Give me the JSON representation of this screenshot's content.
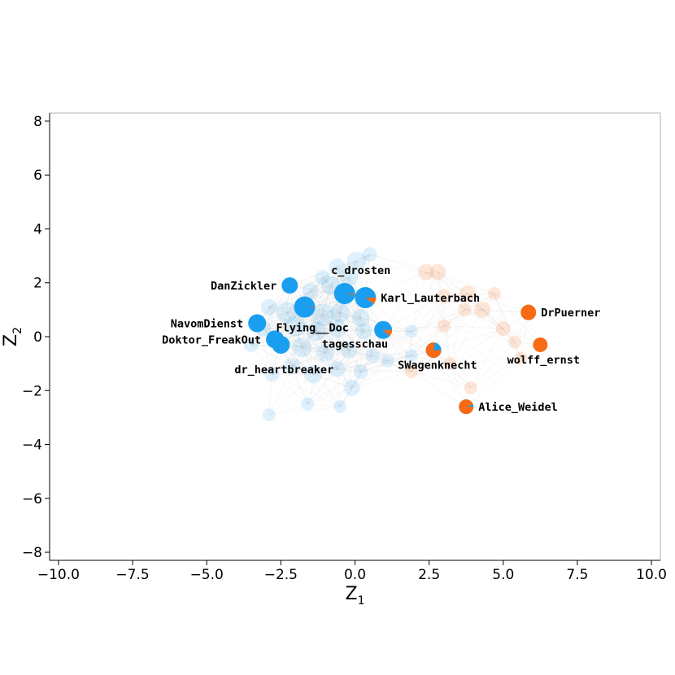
{
  "chart_data": {
    "type": "scatter",
    "xlabel": "Z",
    "xlabel_sub": "1",
    "ylabel": "Z",
    "ylabel_sub": "2",
    "xlim": [
      -10.3,
      10.3
    ],
    "ylim": [
      -8.3,
      8.3
    ],
    "xticks": [
      -10,
      -7.5,
      -5,
      -2.5,
      0,
      2.5,
      5,
      7.5,
      10
    ],
    "xtick_labels": [
      "−10.0",
      "−7.5",
      "−5.0",
      "−2.5",
      "0.0",
      "2.5",
      "5.0",
      "7.5",
      "10.0"
    ],
    "yticks": [
      -8,
      -6,
      -4,
      -2,
      0,
      2,
      4,
      6,
      8
    ],
    "ytick_labels": [
      "−8",
      "−6",
      "−4",
      "−2",
      "0",
      "2",
      "4",
      "6",
      "8"
    ],
    "grid": false,
    "colors": {
      "blue": "#1a9ff0",
      "orange": "#f96a14"
    },
    "labeled_nodes": [
      {
        "label": "DanZickler",
        "x": -2.2,
        "y": 1.9,
        "size": 10,
        "blue_share": 1.0,
        "label_side": "left"
      },
      {
        "label": "c_drosten",
        "x": -0.35,
        "y": 1.6,
        "size": 13,
        "blue_share": 0.98,
        "label_side": "above"
      },
      {
        "label": "Karl_Lauterbach",
        "x": 0.35,
        "y": 1.45,
        "size": 13,
        "blue_share": 0.9,
        "label_side": "right"
      },
      {
        "label": "NavomDienst",
        "x": -3.3,
        "y": 0.5,
        "size": 11,
        "blue_share": 1.0,
        "label_side": "left"
      },
      {
        "label": "Flying__Doc",
        "x": -1.7,
        "y": 1.1,
        "size": 13,
        "blue_share": 0.99,
        "label_side": "below-right"
      },
      {
        "label": "Doktor_FreakOut",
        "x": -2.7,
        "y": -0.1,
        "size": 11,
        "blue_share": 1.0,
        "label_side": "left"
      },
      {
        "label": "dr_heartbreaker",
        "x": -2.5,
        "y": -0.3,
        "size": 11,
        "blue_share": 1.0,
        "label_side": "below"
      },
      {
        "label": "tagesschau",
        "x": 0.95,
        "y": 0.25,
        "size": 11,
        "blue_share": 0.88,
        "label_side": "below-left"
      },
      {
        "label": "SWagenknecht",
        "x": 2.65,
        "y": -0.5,
        "size": 9.5,
        "blue_share": 0.22,
        "label_side": "below-right"
      },
      {
        "label": "DrPuerner",
        "x": 5.85,
        "y": 0.9,
        "size": 9.5,
        "blue_share": 0.0,
        "label_side": "right"
      },
      {
        "label": "wolff_ernst",
        "x": 6.25,
        "y": -0.3,
        "size": 9,
        "blue_share": 0.0,
        "label_side": "below"
      },
      {
        "label": "Alice_Weidel",
        "x": 3.75,
        "y": -2.6,
        "size": 9,
        "blue_share": 0.05,
        "label_side": "right"
      }
    ],
    "background_nodes": [
      {
        "x": 0.5,
        "y": 3.05,
        "size": 9,
        "group": "blue"
      },
      {
        "x": 0.05,
        "y": 2.8,
        "size": 12,
        "group": "blue"
      },
      {
        "x": -0.6,
        "y": 2.6,
        "size": 10,
        "group": "blue"
      },
      {
        "x": -1.1,
        "y": 2.2,
        "size": 9,
        "group": "blue"
      },
      {
        "x": -0.2,
        "y": 2.2,
        "size": 11,
        "group": "blue"
      },
      {
        "x": -1.5,
        "y": 1.7,
        "size": 10,
        "group": "blue"
      },
      {
        "x": -0.8,
        "y": 1.9,
        "size": 12,
        "group": "blue"
      },
      {
        "x": -2.9,
        "y": 1.1,
        "size": 10,
        "group": "blue"
      },
      {
        "x": -2.3,
        "y": 0.9,
        "size": 13,
        "group": "blue"
      },
      {
        "x": -1.1,
        "y": 0.8,
        "size": 14,
        "group": "blue"
      },
      {
        "x": -0.5,
        "y": 0.9,
        "size": 12,
        "group": "blue"
      },
      {
        "x": 0.2,
        "y": 0.7,
        "size": 11,
        "group": "blue"
      },
      {
        "x": -3.1,
        "y": 0.3,
        "size": 10,
        "group": "blue"
      },
      {
        "x": -2.0,
        "y": 0.4,
        "size": 13,
        "group": "blue"
      },
      {
        "x": -1.3,
        "y": 0.2,
        "size": 12,
        "group": "blue"
      },
      {
        "x": -0.6,
        "y": 0.3,
        "size": 11,
        "group": "blue"
      },
      {
        "x": 0.3,
        "y": 0.2,
        "size": 10,
        "group": "blue"
      },
      {
        "x": -3.5,
        "y": -0.3,
        "size": 9,
        "group": "blue"
      },
      {
        "x": -1.8,
        "y": -0.4,
        "size": 12,
        "group": "blue"
      },
      {
        "x": -1.0,
        "y": -0.6,
        "size": 11,
        "group": "blue"
      },
      {
        "x": -0.2,
        "y": -0.5,
        "size": 10,
        "group": "blue"
      },
      {
        "x": 0.6,
        "y": -0.7,
        "size": 9,
        "group": "blue"
      },
      {
        "x": -2.1,
        "y": -1.1,
        "size": 10,
        "group": "blue"
      },
      {
        "x": -1.4,
        "y": -1.4,
        "size": 11,
        "group": "blue"
      },
      {
        "x": -0.6,
        "y": -1.2,
        "size": 10,
        "group": "blue"
      },
      {
        "x": 0.2,
        "y": -1.3,
        "size": 9,
        "group": "blue"
      },
      {
        "x": -2.8,
        "y": -1.4,
        "size": 9,
        "group": "blue"
      },
      {
        "x": -0.1,
        "y": -1.9,
        "size": 10,
        "group": "blue"
      },
      {
        "x": -1.6,
        "y": -2.5,
        "size": 8,
        "group": "blue"
      },
      {
        "x": -0.5,
        "y": -2.6,
        "size": 8,
        "group": "blue"
      },
      {
        "x": -2.9,
        "y": -2.9,
        "size": 8,
        "group": "blue"
      },
      {
        "x": 1.1,
        "y": -0.9,
        "size": 8,
        "group": "blue"
      },
      {
        "x": 1.9,
        "y": 0.2,
        "size": 8,
        "group": "blue"
      },
      {
        "x": 1.9,
        "y": -0.7,
        "size": 8,
        "group": "blue"
      },
      {
        "x": 2.4,
        "y": 2.4,
        "size": 10,
        "group": "orange"
      },
      {
        "x": 2.8,
        "y": 2.4,
        "size": 10,
        "group": "orange"
      },
      {
        "x": 3.0,
        "y": 1.5,
        "size": 9,
        "group": "orange"
      },
      {
        "x": 3.8,
        "y": 1.6,
        "size": 10,
        "group": "orange"
      },
      {
        "x": 4.3,
        "y": 1.0,
        "size": 10,
        "group": "orange"
      },
      {
        "x": 3.7,
        "y": 1.0,
        "size": 8,
        "group": "orange"
      },
      {
        "x": 4.7,
        "y": 1.6,
        "size": 8,
        "group": "orange"
      },
      {
        "x": 3.0,
        "y": 0.4,
        "size": 8,
        "group": "orange"
      },
      {
        "x": 5.0,
        "y": 0.3,
        "size": 9,
        "group": "orange"
      },
      {
        "x": 5.4,
        "y": -0.2,
        "size": 8,
        "group": "orange"
      },
      {
        "x": 5.6,
        "y": -0.8,
        "size": 8,
        "group": "orange"
      },
      {
        "x": 1.9,
        "y": -1.3,
        "size": 8,
        "group": "orange"
      },
      {
        "x": 3.2,
        "y": -1.0,
        "size": 8,
        "group": "orange"
      },
      {
        "x": 3.9,
        "y": -1.9,
        "size": 8,
        "group": "orange"
      }
    ]
  }
}
